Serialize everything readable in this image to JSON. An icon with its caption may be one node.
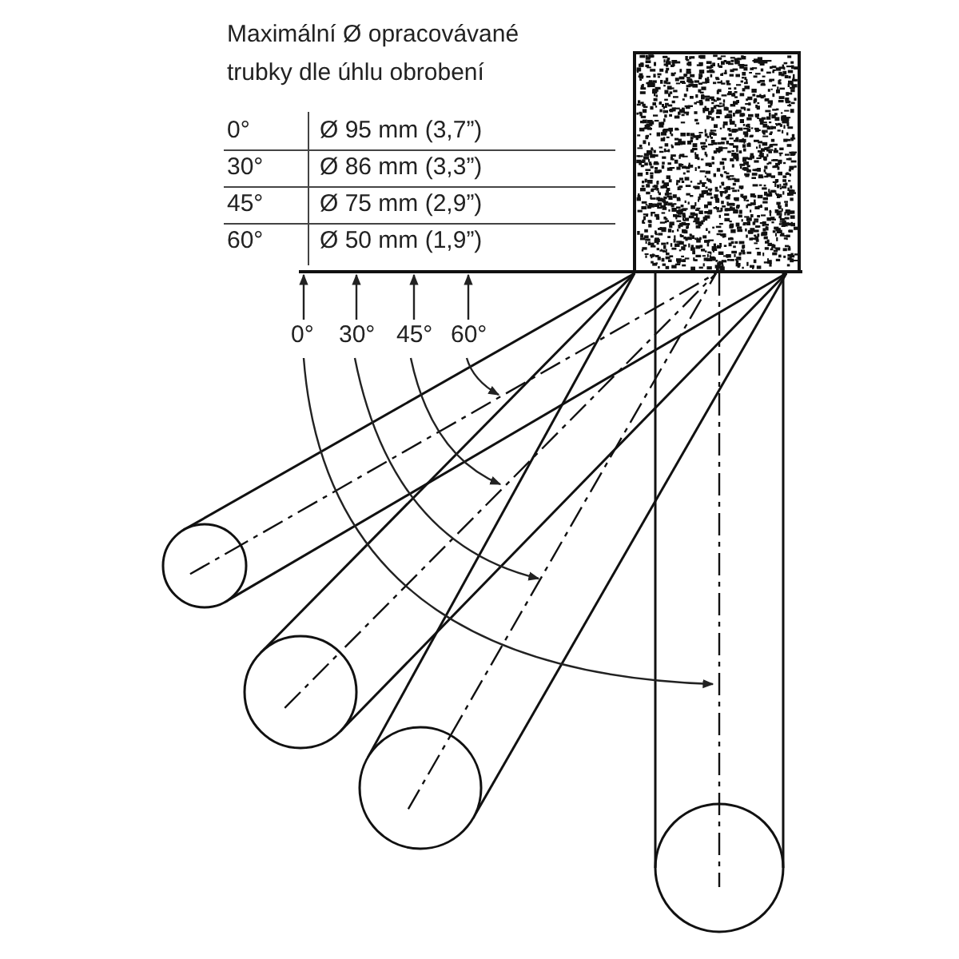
{
  "diagram": {
    "title": "Maximální Ø opracovávané trubky dle úhlu obrobení",
    "labels": [
      "0°",
      "Ø 95 mm (3,7”)",
      "30°",
      "Ø 86 mm (3,3”)",
      "45°",
      "Ø 75 mm (2,9”)",
      "60°",
      "Ø 50 mm (1,9”)",
      "0°",
      "30°",
      "45°",
      "60°"
    ]
  }
}
